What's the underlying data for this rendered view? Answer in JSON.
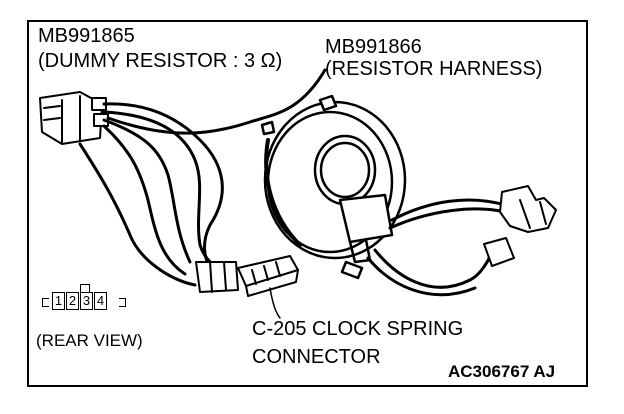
{
  "labels": {
    "dummy_resistor_part": "MB991865",
    "dummy_resistor_desc": "(DUMMY RESISTOR : 3 Ω)",
    "resistor_harness_part": "MB991866",
    "resistor_harness_desc": "(RESISTOR HARNESS)",
    "rear_view": "(REAR VIEW)",
    "connector_line1": "C-205 CLOCK SPRING",
    "connector_line2": "CONNECTOR",
    "figure_code": "AC306767 AJ"
  },
  "connector_pins": [
    "1",
    "2",
    "3",
    "4"
  ]
}
